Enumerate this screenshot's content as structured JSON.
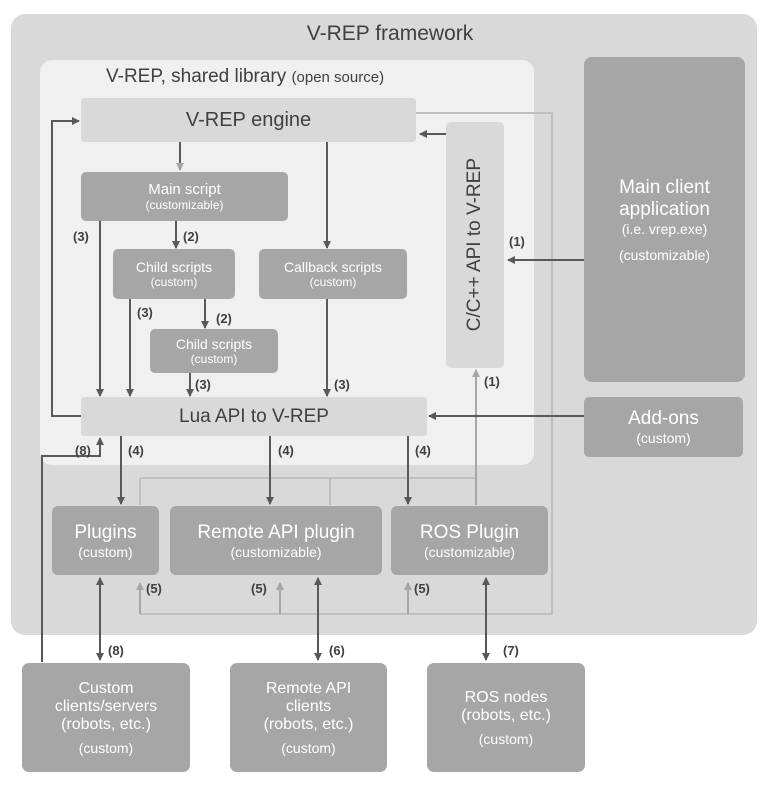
{
  "framework": {
    "title": "V-REP framework"
  },
  "shared_library": {
    "title": "V-REP, shared library",
    "subtitle": "(open source)"
  },
  "engine": {
    "label": "V-REP engine"
  },
  "main_script": {
    "label": "Main script",
    "sub": "(customizable)"
  },
  "child_scripts_1": {
    "label": "Child scripts",
    "sub": "(custom)"
  },
  "callback_scripts": {
    "label": "Callback scripts",
    "sub": "(custom)"
  },
  "child_scripts_2": {
    "label": "Child scripts",
    "sub": "(custom)"
  },
  "c_api": {
    "label": "C/C++  API to V-REP"
  },
  "lua_api": {
    "label": "Lua API to V-REP"
  },
  "main_client": {
    "line1": "Main client",
    "line2": "application",
    "line3": "(i.e. vrep.exe)",
    "line4": "(customizable)"
  },
  "addons": {
    "label": "Add-ons",
    "sub": "(custom)"
  },
  "plugins": {
    "label": "Plugins",
    "sub": "(custom)"
  },
  "remote_api_plugin": {
    "label": "Remote API plugin",
    "sub": "(customizable)"
  },
  "ros_plugin": {
    "label": "ROS Plugin",
    "sub": "(customizable)"
  },
  "custom_clients": {
    "line1": "Custom",
    "line2": "clients/servers",
    "line3": "(robots, etc.)",
    "line4": "(custom)"
  },
  "remote_api_clients": {
    "line1": "Remote API",
    "line2": "clients",
    "line3": "(robots, etc.)",
    "line4": "(custom)"
  },
  "ros_nodes": {
    "line1": "ROS nodes",
    "line2": "(robots, etc.)",
    "line3": "(custom)"
  },
  "edge_labels": {
    "l1": "(1)",
    "l2": "(1)",
    "l3": "(2)",
    "l4": "(2)",
    "l5": "(3)",
    "l6": "(3)",
    "l7": "(3)",
    "l8": "(3)",
    "l9": "(4)",
    "l10": "(4)",
    "l11": "(4)",
    "l12": "(5)",
    "l13": "(5)",
    "l14": "(5)",
    "l15": "(6)",
    "l16": "(7)",
    "l17": "(8)",
    "l18": "(8)"
  },
  "colors": {
    "framework_bg": "#d9d9d9",
    "library_bg": "#f0f0f0",
    "dark_box": "#a6a6a6",
    "light_box": "#d9d9d9",
    "arrow": "#595959",
    "connector": "#bfbfbf"
  }
}
